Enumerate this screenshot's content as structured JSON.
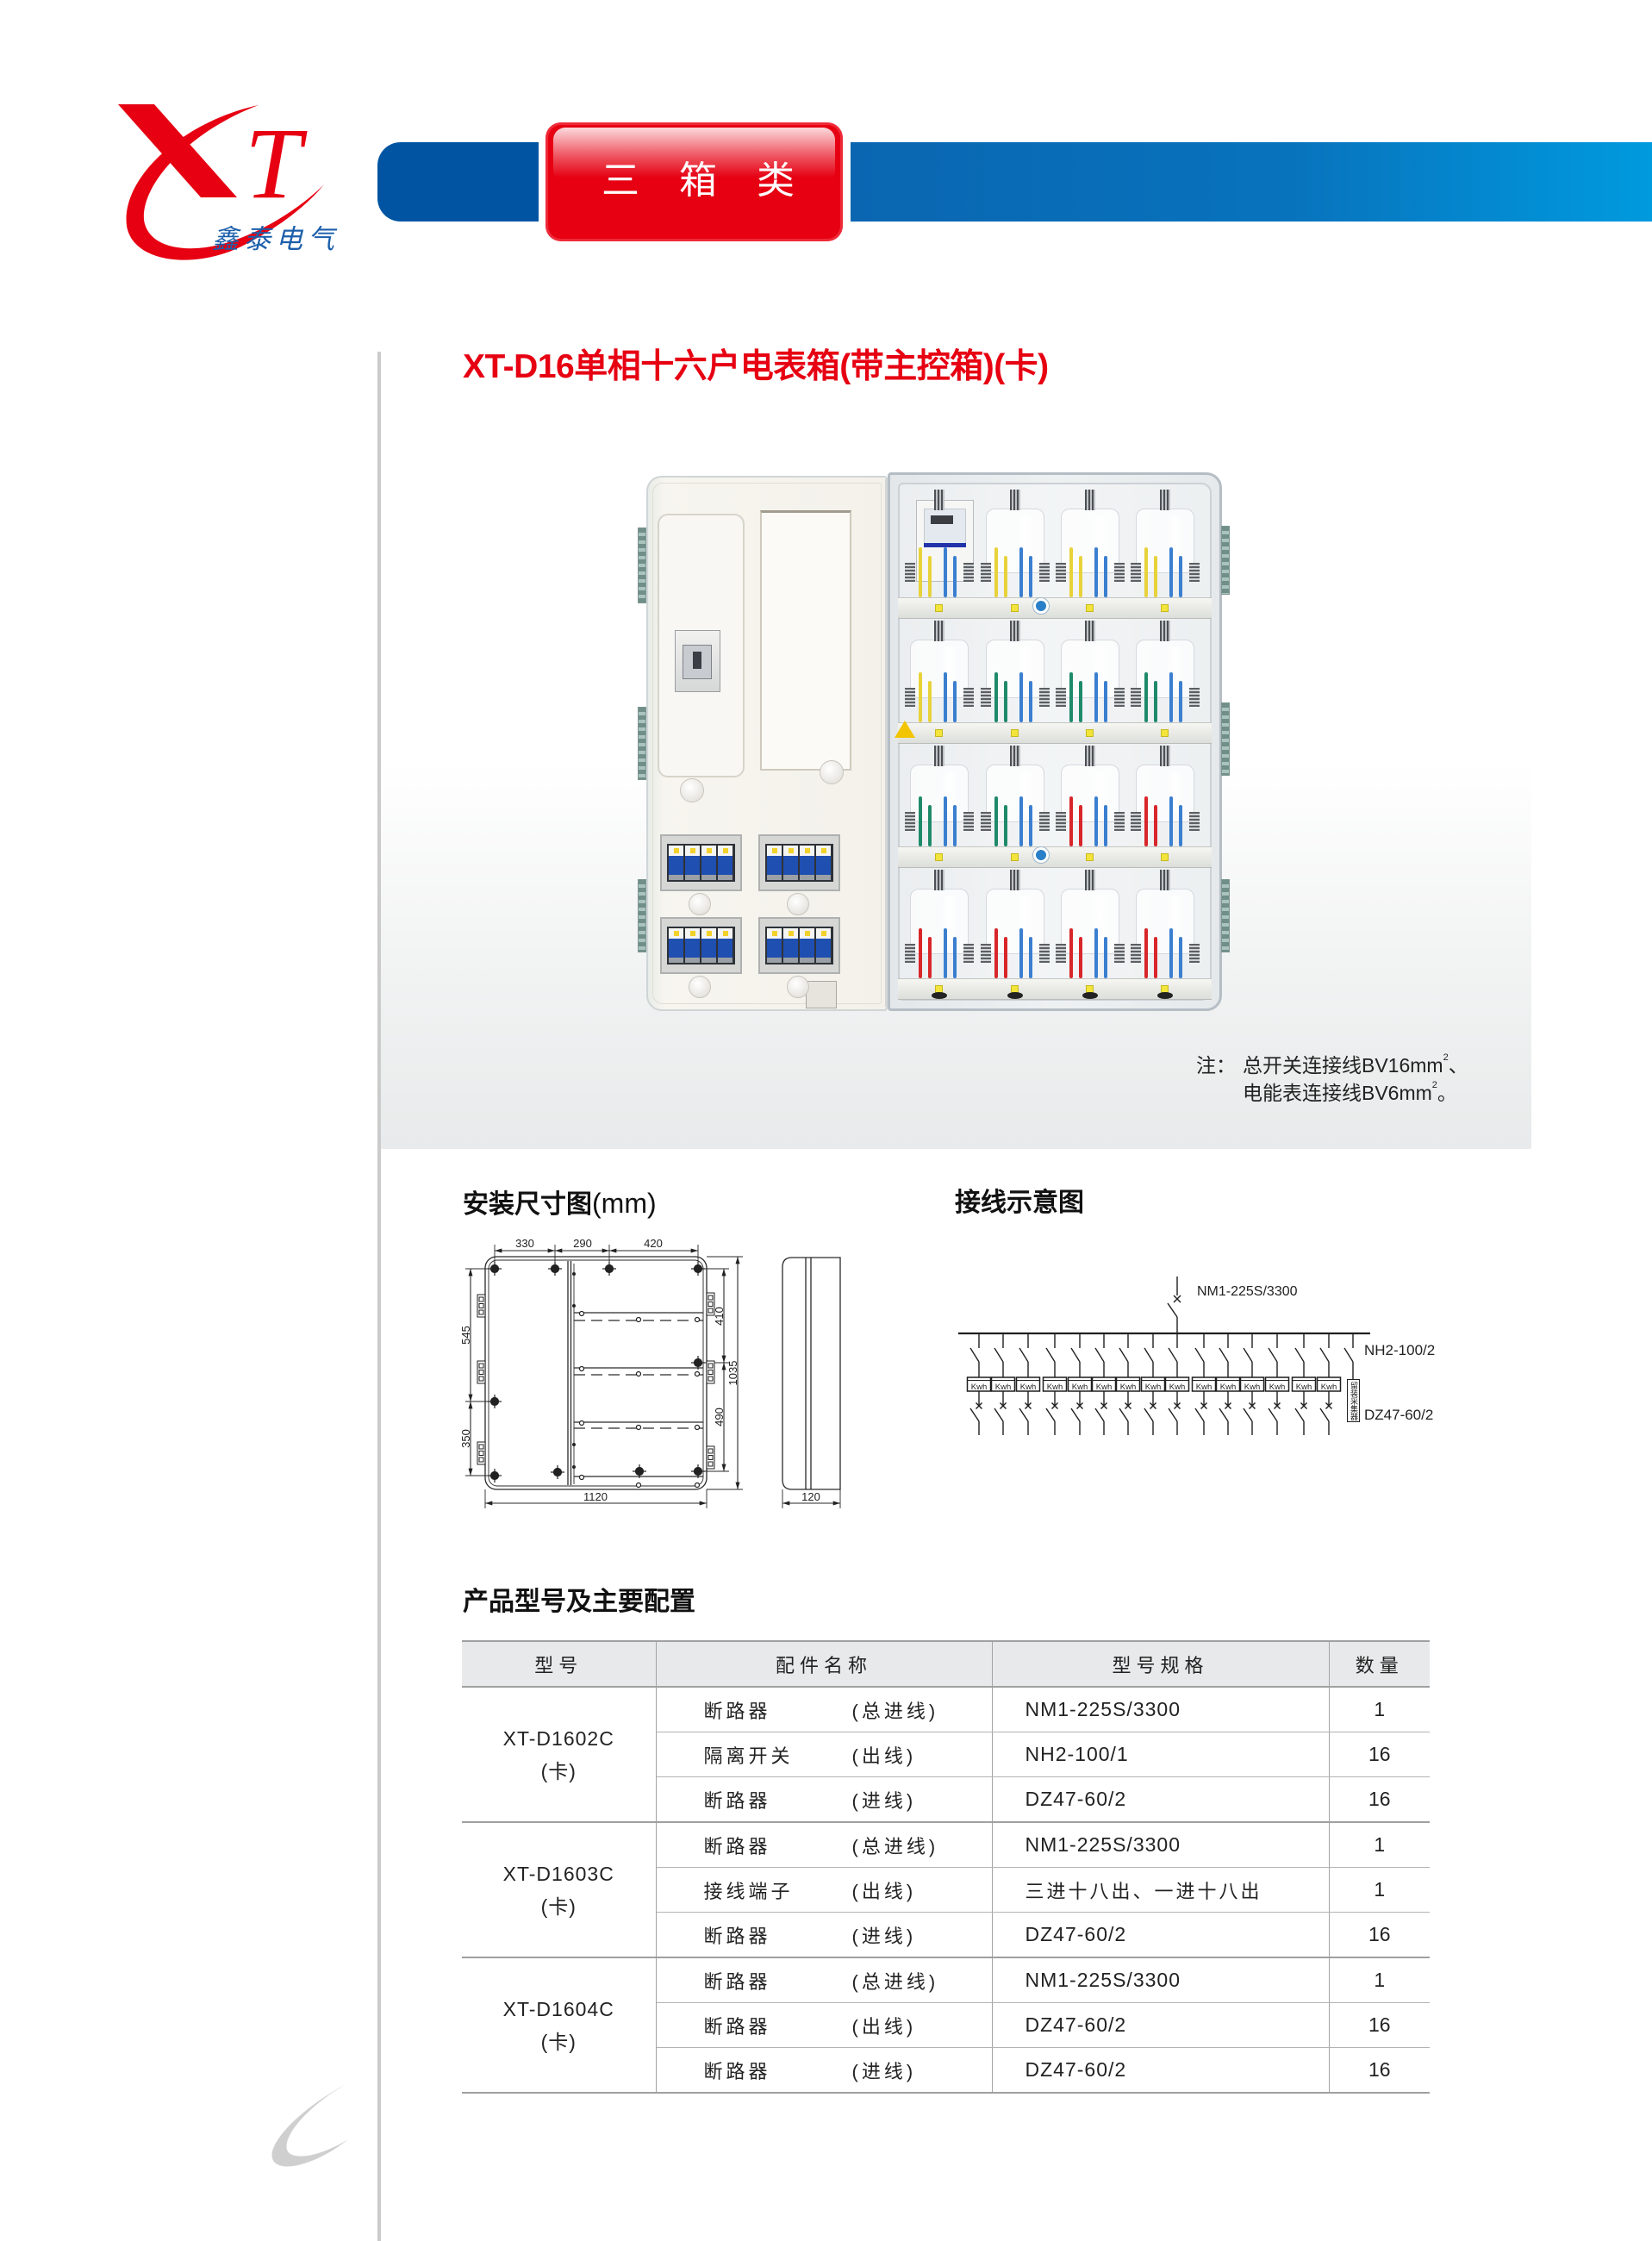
{
  "header": {
    "logo": {
      "letter_t": "T",
      "company": "鑫泰电气"
    },
    "category_tab": "三箱类",
    "colors": {
      "brand_red": "#e60012",
      "brand_blue": "#0054a2",
      "bar_gradient_end": "#009ade"
    }
  },
  "product": {
    "title": "XT-D16单相十六户电表箱(带主控箱)(卡)",
    "note": {
      "prefix": "注：",
      "line1_text": "总开关连接线BV16mm",
      "line1_sup": "2",
      "line1_end": "、",
      "line2_text": "电能表连接线BV6mm",
      "line2_sup": "2",
      "line2_end": "。"
    }
  },
  "dimensions": {
    "heading": "安装尺寸图",
    "unit": "(mm)",
    "labels": {
      "top_left": "330",
      "top_middle": "290",
      "top_right": "420",
      "left_upper": "545",
      "left_lower": "350",
      "right_upper": "410",
      "right_lower": "490",
      "total_height": "1035",
      "total_width": "1120",
      "depth": "120"
    }
  },
  "wiring": {
    "heading": "接线示意图",
    "main_breaker": "NM1-225S/3300",
    "isolator": "NH2-100/2",
    "branch_breaker": "DZ47-60/2",
    "meter_label": "Kwh",
    "meter_count": 15,
    "collector_label": "留装采集器"
  },
  "table": {
    "heading": "产品型号及主要配置",
    "columns": [
      "型号",
      "配件名称",
      "型号规格",
      "数量"
    ],
    "groups": [
      {
        "model": "XT-D1602C",
        "variant": "(卡)",
        "rows": [
          {
            "part": "断路器",
            "usage": "(总进线)",
            "spec": "NM1-225S/3300",
            "qty": "1"
          },
          {
            "part": "隔离开关",
            "usage": "(出线)",
            "spec": "NH2-100/1",
            "qty": "16"
          },
          {
            "part": "断路器",
            "usage": "(进线)",
            "spec": "DZ47-60/2",
            "qty": "16"
          }
        ]
      },
      {
        "model": "XT-D1603C",
        "variant": "(卡)",
        "rows": [
          {
            "part": "断路器",
            "usage": "(总进线)",
            "spec": "NM1-225S/3300",
            "qty": "1"
          },
          {
            "part": "接线端子",
            "usage": "(出线)",
            "spec": "三进十八出、一进十八出",
            "qty": "1"
          },
          {
            "part": "断路器",
            "usage": "(进线)",
            "spec": "DZ47-60/2",
            "qty": "16"
          }
        ]
      },
      {
        "model": "XT-D1604C",
        "variant": "(卡)",
        "rows": [
          {
            "part": "断路器",
            "usage": "(总进线)",
            "spec": "NM1-225S/3300",
            "qty": "1"
          },
          {
            "part": "断路器",
            "usage": "(出线)",
            "spec": "DZ47-60/2",
            "qty": "16"
          },
          {
            "part": "断路器",
            "usage": "(进线)",
            "spec": "DZ47-60/2",
            "qty": "16"
          }
        ]
      }
    ]
  }
}
